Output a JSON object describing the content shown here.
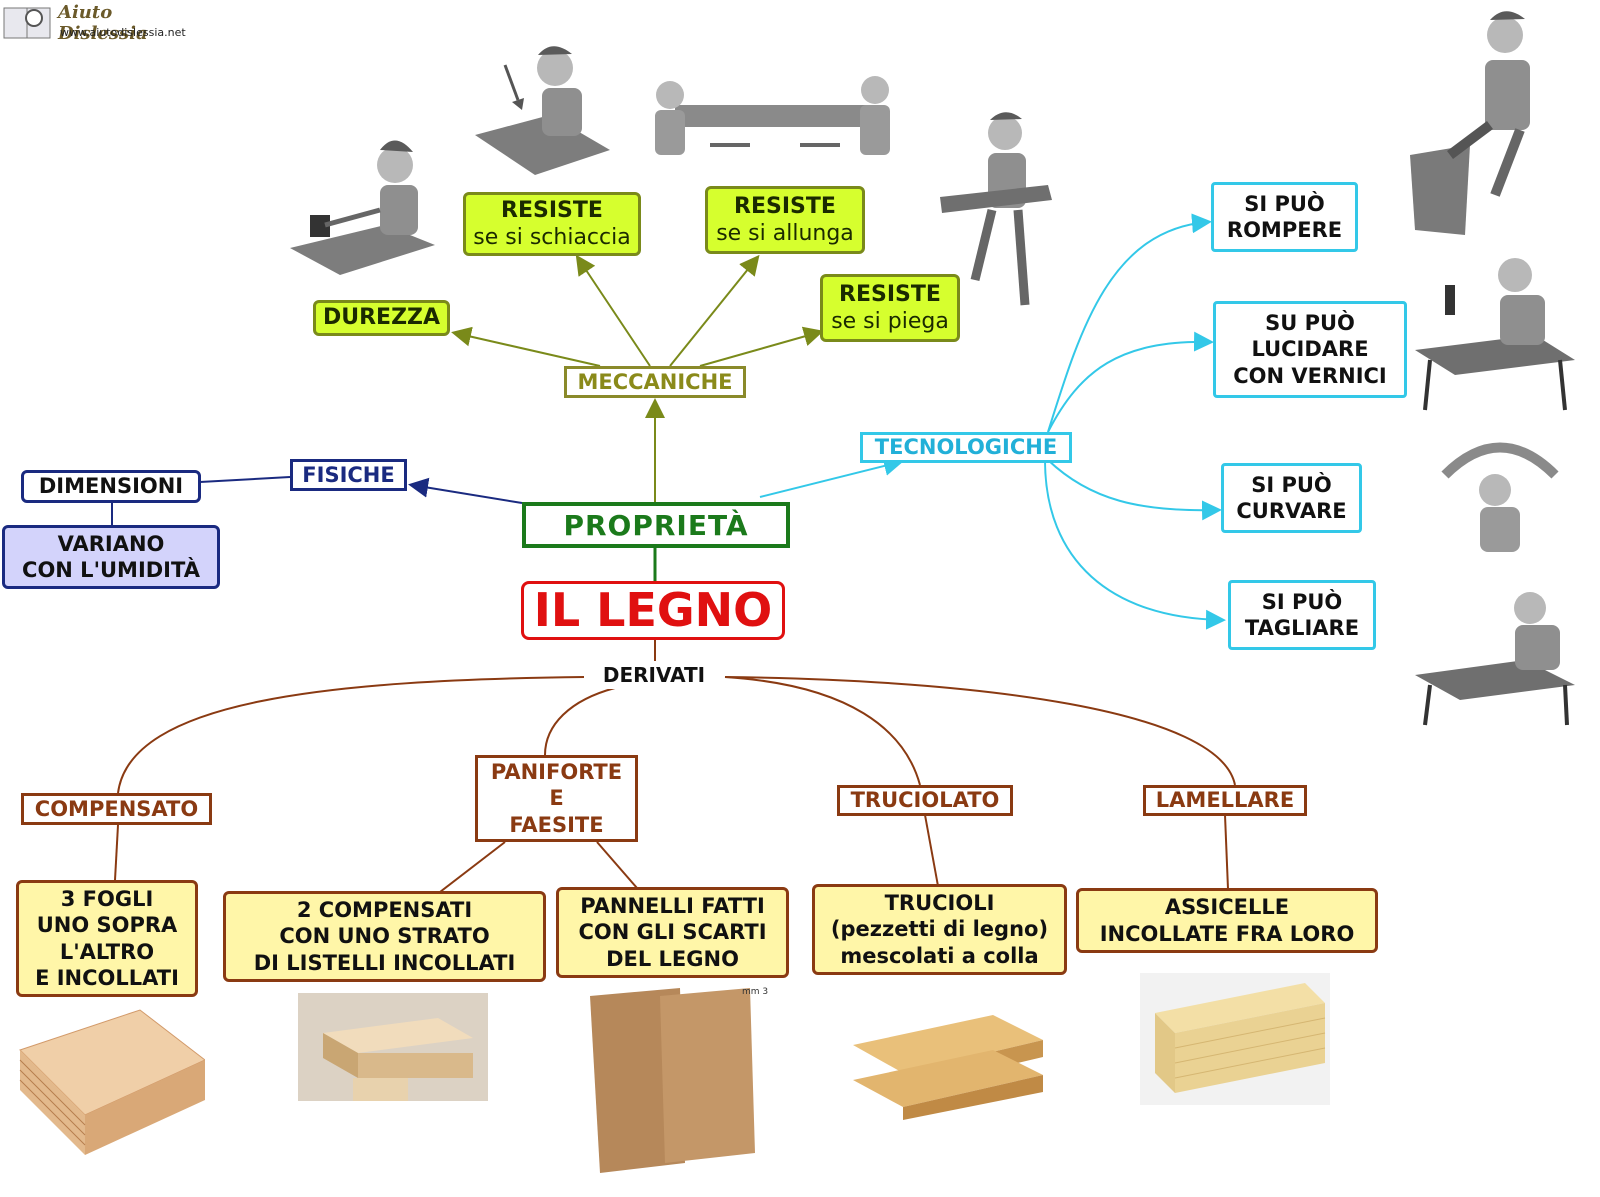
{
  "logo": {
    "name": "Aiuto Dislessia",
    "url": "www.aiutodislessia.net"
  },
  "center": {
    "title": "IL LEGNO",
    "properties": "PROPRIETÀ",
    "derivatives": "DERIVATI"
  },
  "mechanical": {
    "label": "MECCANICHE",
    "items": [
      {
        "title": "DUREZZA",
        "sub": ""
      },
      {
        "title": "RESISTE",
        "sub": "se si schiaccia"
      },
      {
        "title": "RESISTE",
        "sub": "se si allunga"
      },
      {
        "title": "RESISTE",
        "sub": "se si piega"
      }
    ]
  },
  "physical": {
    "label": "FISICHE",
    "dimensions": "DIMENSIONI",
    "vary_1": "VARIANO",
    "vary_2": "CON L'UMIDITÀ"
  },
  "technological": {
    "label": "TECNOLOGICHE",
    "items": [
      {
        "l1": "SI PUÒ",
        "l2": "ROMPERE",
        "l3": ""
      },
      {
        "l1": "SU PUÒ",
        "l2": "LUCIDARE",
        "l3": "CON VERNICI"
      },
      {
        "l1": "SI PUÒ",
        "l2": "CURVARE",
        "l3": ""
      },
      {
        "l1": "SI PUÒ",
        "l2": "TAGLIARE",
        "l3": ""
      }
    ]
  },
  "derived": {
    "compensato": {
      "label": "COMPENSATO",
      "lines": [
        "3 FOGLI",
        "UNO SOPRA",
        "L'ALTRO",
        "E INCOLLATI"
      ]
    },
    "paniforte": {
      "label_lines": [
        "PANIFORTE",
        "E",
        "FAESITE"
      ],
      "left_lines": [
        "2 COMPENSATI",
        "CON UNO STRATO",
        "DI LISTELLI INCOLLATI"
      ],
      "right_lines": [
        "PANNELLI FATTI",
        "CON GLI SCARTI",
        "DEL LEGNO"
      ],
      "measure": "mm 3"
    },
    "truciolato": {
      "label": "TRUCIOLATO",
      "lines": [
        "TRUCIOLI",
        "(pezzetti di legno)",
        "mescolati a colla"
      ]
    },
    "lamellare": {
      "label": "LAMELLARE",
      "lines": [
        "ASSICELLE",
        "INCOLLATE FRA LORO"
      ]
    }
  },
  "colors": {
    "mechanical": "#7a8a1a",
    "physical": "#1a2a80",
    "properties": "#1b7a1b",
    "title": "#e01010",
    "technological": "#33c8e8",
    "derived": "#8a3a12"
  }
}
